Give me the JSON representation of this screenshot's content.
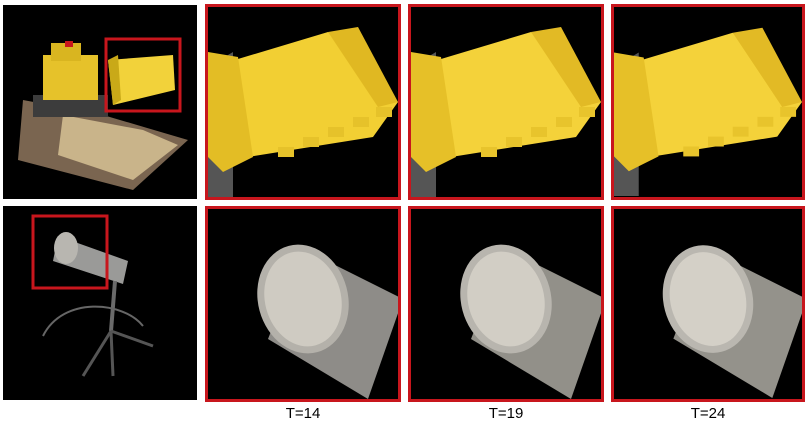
{
  "figure": {
    "captions": [
      "T=14",
      "T=19",
      "T=24"
    ],
    "rows": [
      {
        "subject": "lego-bulldozer",
        "highlight_color": "#c8161d"
      },
      {
        "subject": "microphone",
        "highlight_color": "#c8161d"
      }
    ]
  }
}
